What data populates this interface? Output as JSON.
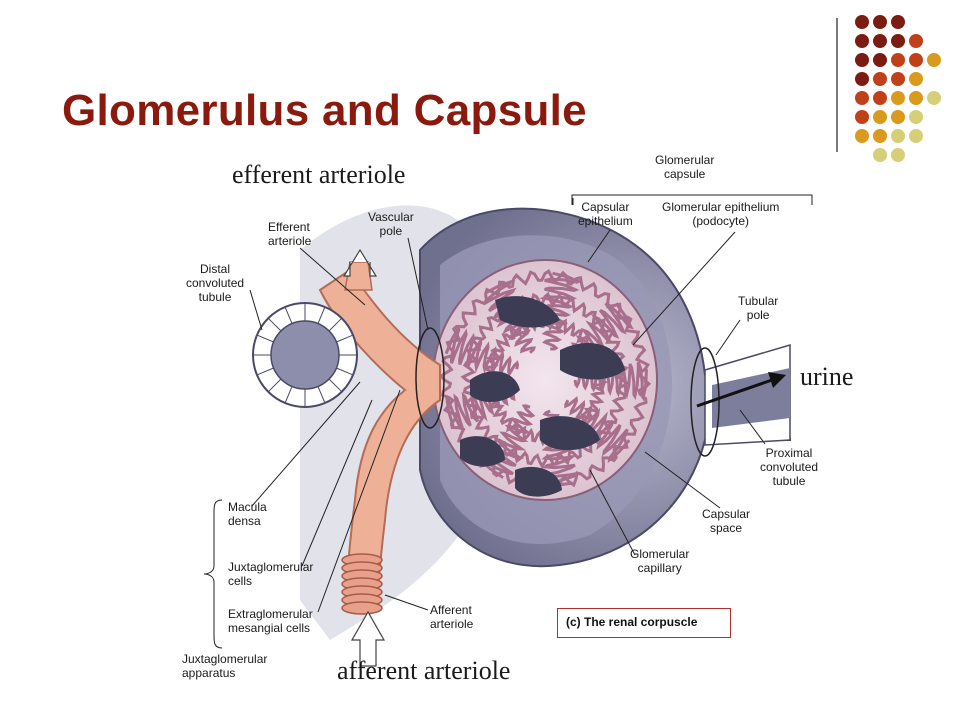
{
  "slide": {
    "title": "Glomerulus and Capsule",
    "accent_color": "#8b1a0e"
  },
  "annotations": {
    "efferent": "efferent arteriole",
    "afferent": "afferent arteriole",
    "urine": "urine"
  },
  "figure": {
    "caption": "(c) The renal corpuscle",
    "labels": {
      "efferent_arteriole": "Efferent\narteriole",
      "vascular_pole": "Vascular\npole",
      "distal_tubule": "Distal\nconvoluted\ntubule",
      "glomerular_capsule": "Glomerular\ncapsule",
      "capsular_epithelium": "Capsular\nepithelium",
      "glomerular_epithelium": "Glomerular epithelium\n(podocyte)",
      "tubular_pole": "Tubular\npole",
      "proximal_tubule": "Proximal\nconvoluted\ntubule",
      "capsular_space": "Capsular\nspace",
      "glomerular_capillary": "Glomerular\ncapillary",
      "afferent_arteriole": "Afferent\narteriole",
      "macula_densa": "Macula\ndensa",
      "juxtaglomerular_cells": "Juxtaglomerular\ncells",
      "extraglomerular_mesangial": "Extraglomerular\nmesangial cells",
      "juxtaglomerular_apparatus": "Juxtaglomerular\napparatus"
    }
  },
  "decor_colors": [
    "#7b1c12",
    "#c0401a",
    "#d99a1e",
    "#d6cf78"
  ]
}
